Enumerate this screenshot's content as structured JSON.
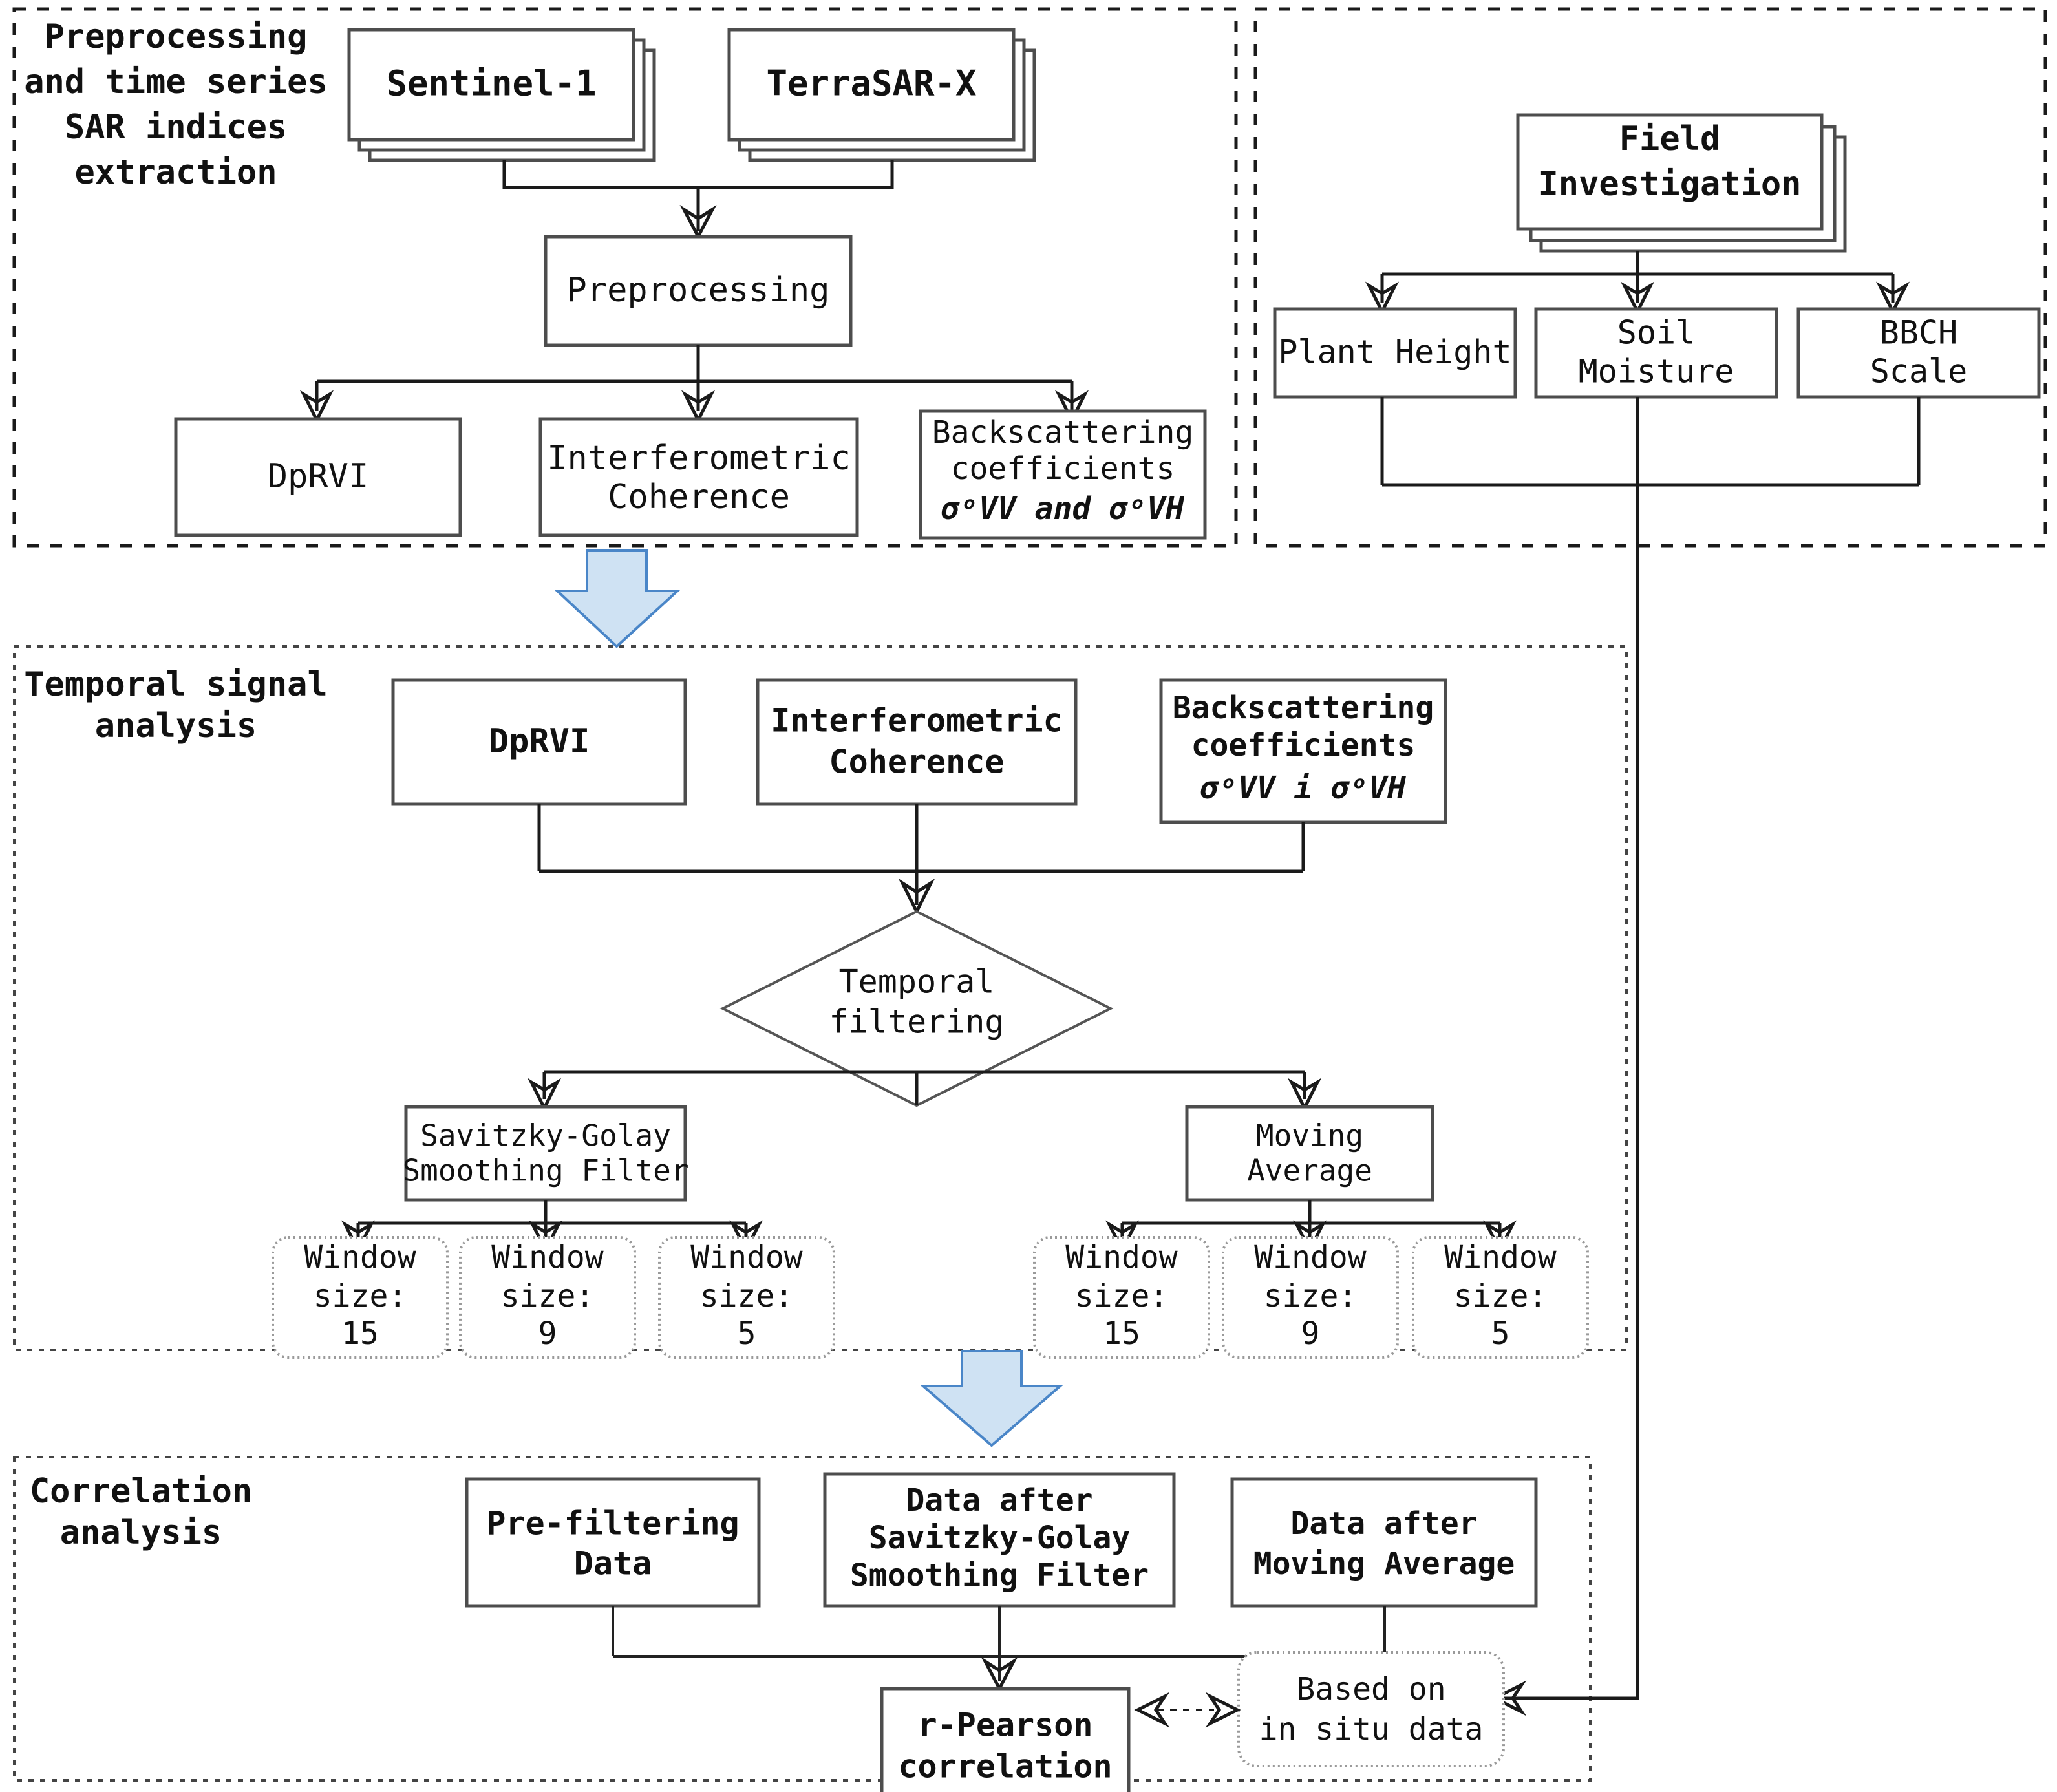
{
  "panels": {
    "preprocessing": {
      "label_lines": [
        "Preprocessing",
        "and time series",
        "SAR indices",
        "extraction"
      ]
    },
    "field": {
      "label_lines": []
    },
    "temporal": {
      "label_lines": [
        "Temporal signal",
        "analysis"
      ]
    },
    "correlation": {
      "label_lines": [
        "Correlation",
        "analysis"
      ]
    }
  },
  "nodes": {
    "sentinel1": "Sentinel-1",
    "terrasarx": "TerraSAR-X",
    "preprocessing": "Preprocessing",
    "dprvi_top": "DpRVI",
    "coherence_top_l1": "Interferometric",
    "coherence_top_l2": "Coherence",
    "backscatter_top_l1": "Backscattering",
    "backscatter_top_l2": "coefficients",
    "backscatter_top_l3": "σᵒVV and σᵒVH",
    "field_investigation_l1": "Field",
    "field_investigation_l2": "Investigation",
    "plant_height": "Plant Height",
    "soil_moisture_l1": "Soil",
    "soil_moisture_l2": "Moisture",
    "bbch_l1": "BBCH",
    "bbch_l2": "Scale",
    "dprvi_mid": "DpRVI",
    "coherence_mid_l1": "Interferometric",
    "coherence_mid_l2": "Coherence",
    "backscatter_mid_l1": "Backscattering",
    "backscatter_mid_l2": "coefficients",
    "backscatter_mid_l3": "σᵒVV i σᵒVH",
    "temporal_filtering_l1": "Temporal",
    "temporal_filtering_l2": "filtering",
    "savgol_l1": "Savitzky-Golay",
    "savgol_l2": "Smoothing Filter",
    "moving_avg_l1": "Moving",
    "moving_avg_l2": "Average",
    "prefilter_l1": "Pre-filtering",
    "prefilter_l2": "Data",
    "after_savgol_l1": "Data after",
    "after_savgol_l2": "Savitzky-Golay",
    "after_savgol_l3": "Smoothing Filter",
    "after_ma_l1": "Data after",
    "after_ma_l2": "Moving Average",
    "pearson_l1": "r-Pearson",
    "pearson_l2": "correlation",
    "insitu_l1": "Based on",
    "insitu_l2": "in situ data"
  },
  "window_sizes": {
    "word_window": "Window",
    "word_size": "size:",
    "savgol": [
      "15",
      "9",
      "5"
    ],
    "moving_average": [
      "15",
      "9",
      "5"
    ]
  },
  "colors": {
    "arrow_fill": "#cfe2f3",
    "arrow_stroke": "#4a86c8",
    "box_stroke": "#4d4d4d",
    "panel_stroke": "#1a1a1a",
    "text": "#111111"
  }
}
